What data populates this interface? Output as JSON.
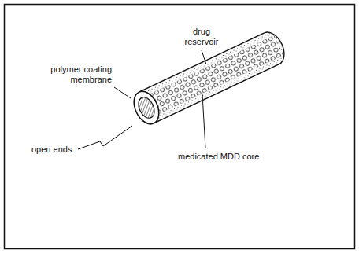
{
  "diagram": {
    "labels": [
      "drug reservoir",
      "polymer coating membrane",
      "open ends",
      "medicated MDD core"
    ]
  }
}
